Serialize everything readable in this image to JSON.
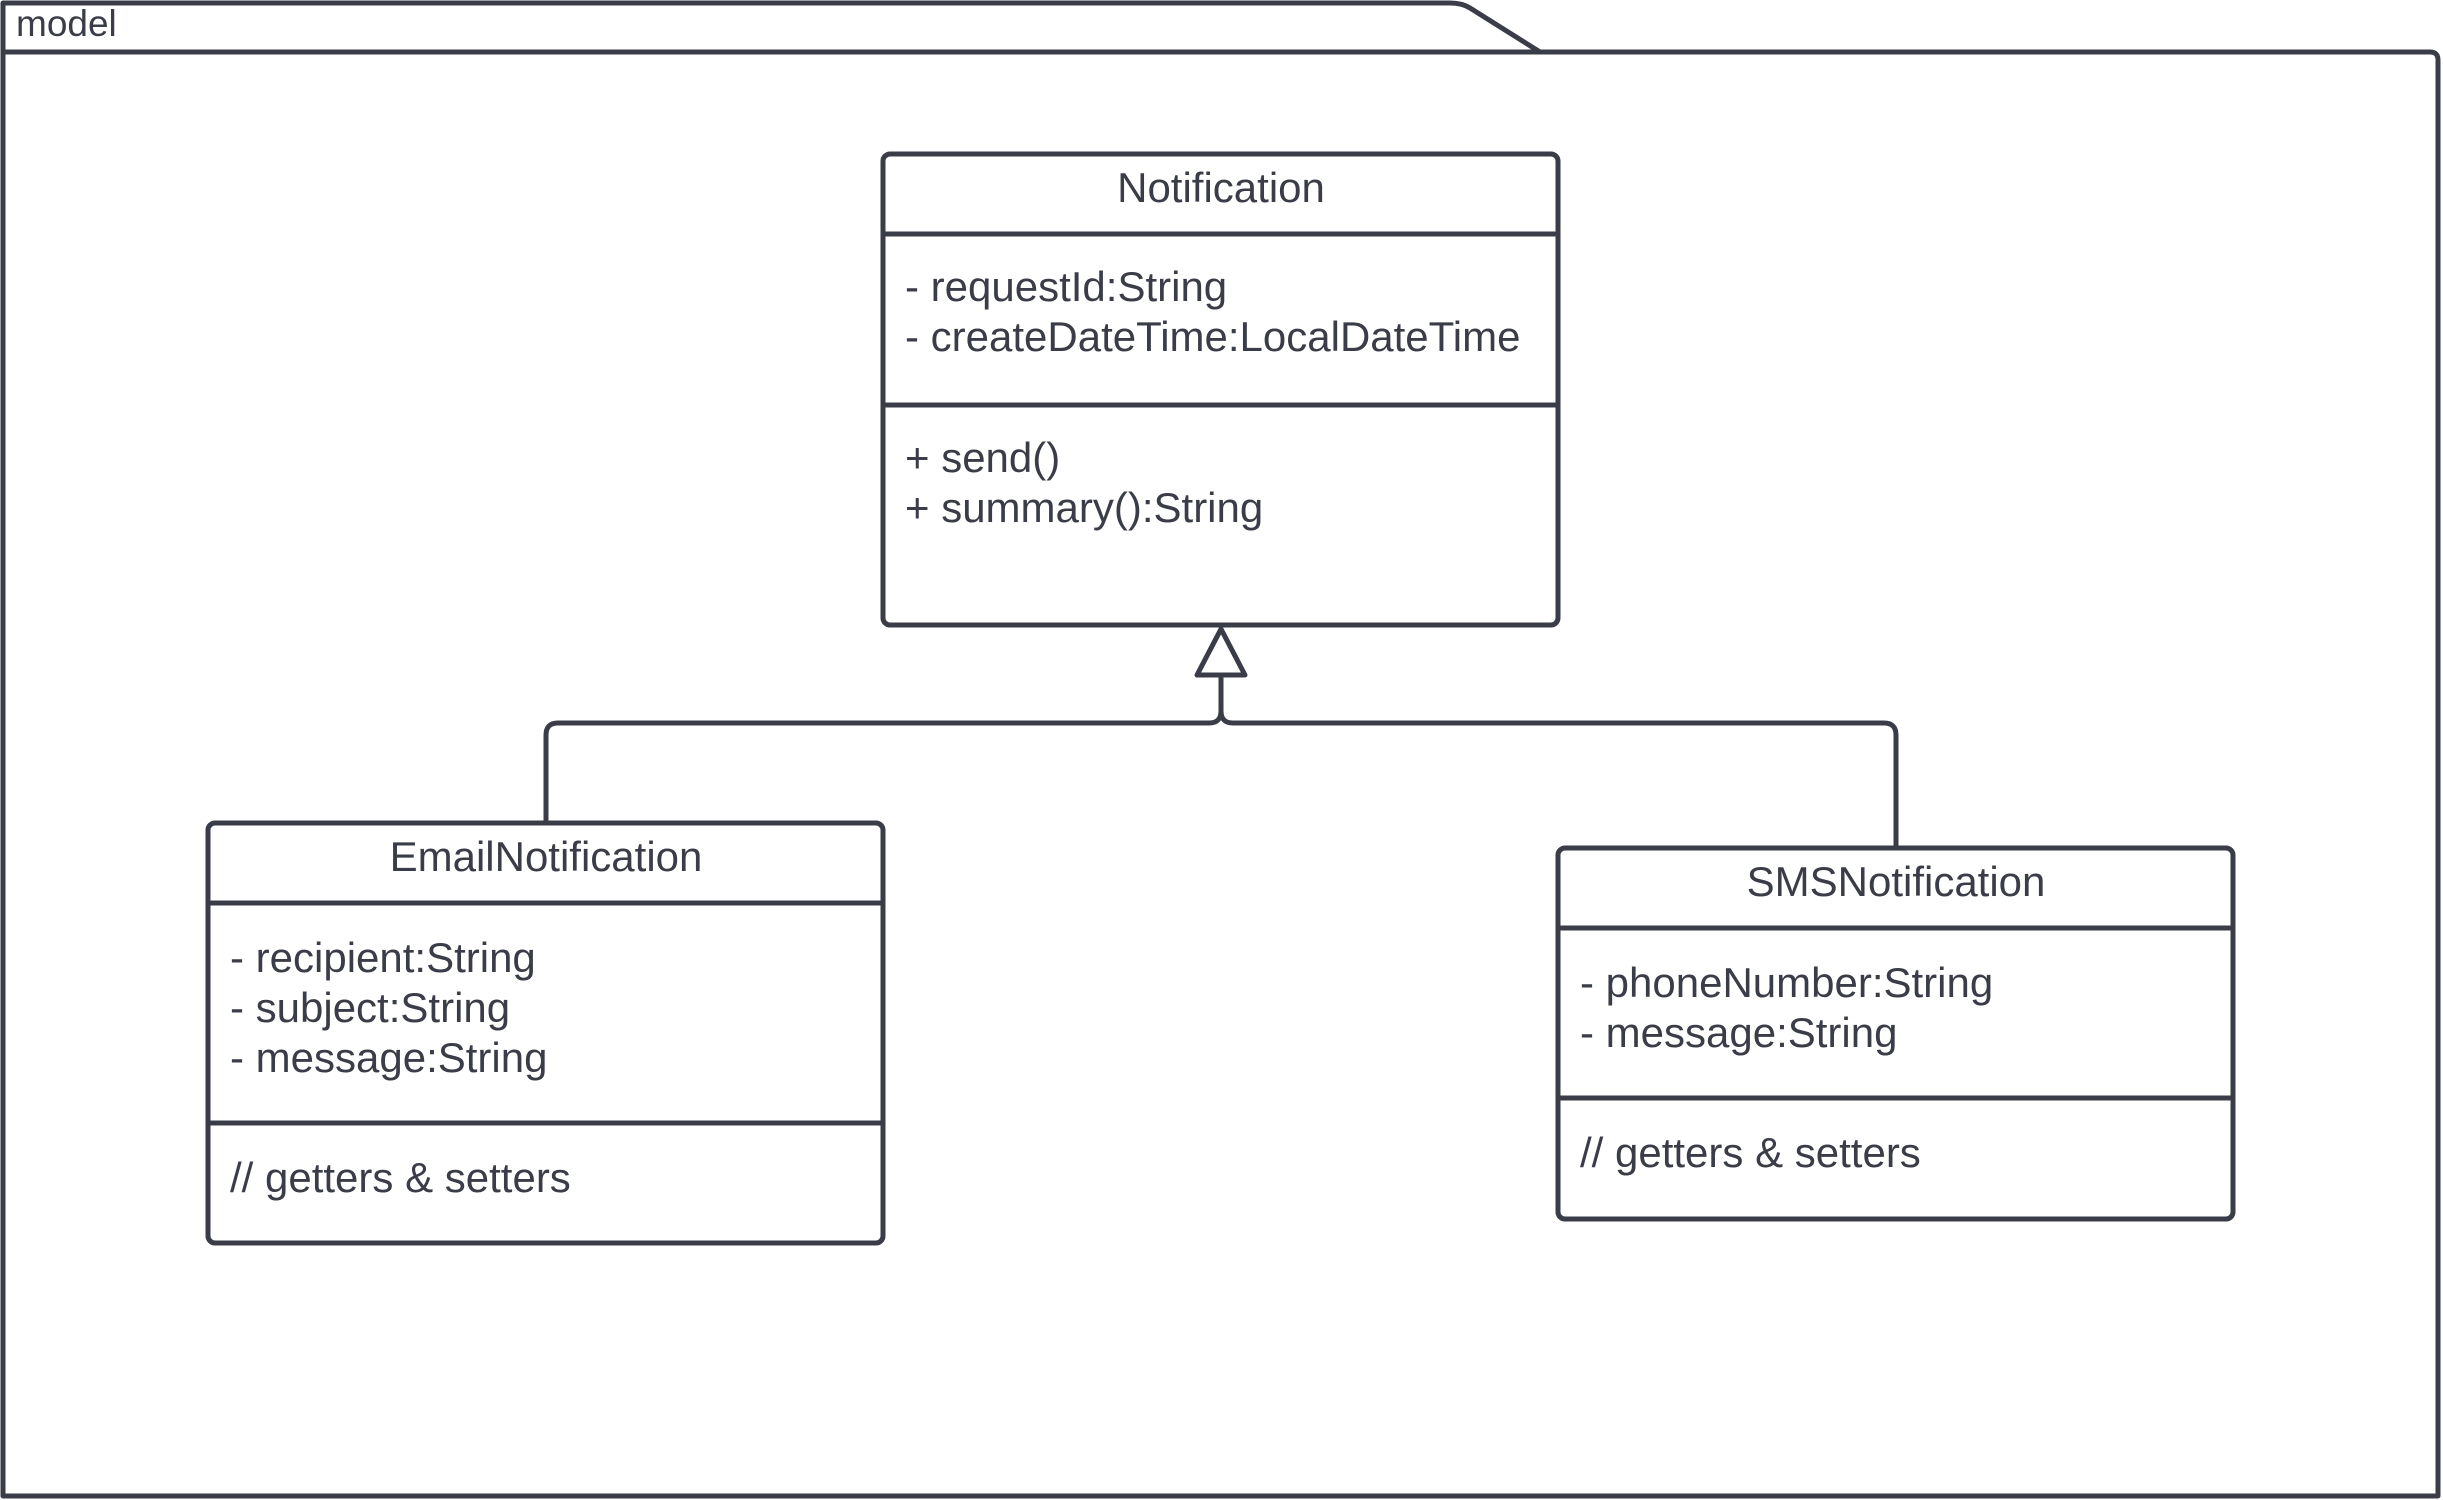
{
  "package": {
    "name": "model"
  },
  "classes": {
    "notification": {
      "name": "Notification",
      "attributes": [
        "- requestId:String",
        "- createDateTime:LocalDateTime"
      ],
      "operations": [
        "+ send()",
        "+ summary():String"
      ]
    },
    "email": {
      "name": "EmailNotification",
      "attributes": [
        "- recipient:String",
        "- subject:String",
        "- message:String"
      ],
      "operations": [
        "// getters & setters"
      ]
    },
    "sms": {
      "name": "SMSNotification",
      "attributes": [
        "- phoneNumber:String",
        "- message:String"
      ],
      "operations": [
        "// getters & setters"
      ]
    }
  },
  "relations": [
    {
      "type": "generalization",
      "from": "EmailNotification",
      "to": "Notification"
    },
    {
      "type": "generalization",
      "from": "SMSNotification",
      "to": "Notification"
    }
  ],
  "colors": {
    "stroke": "#3a3d48",
    "background": "#ffffff"
  }
}
